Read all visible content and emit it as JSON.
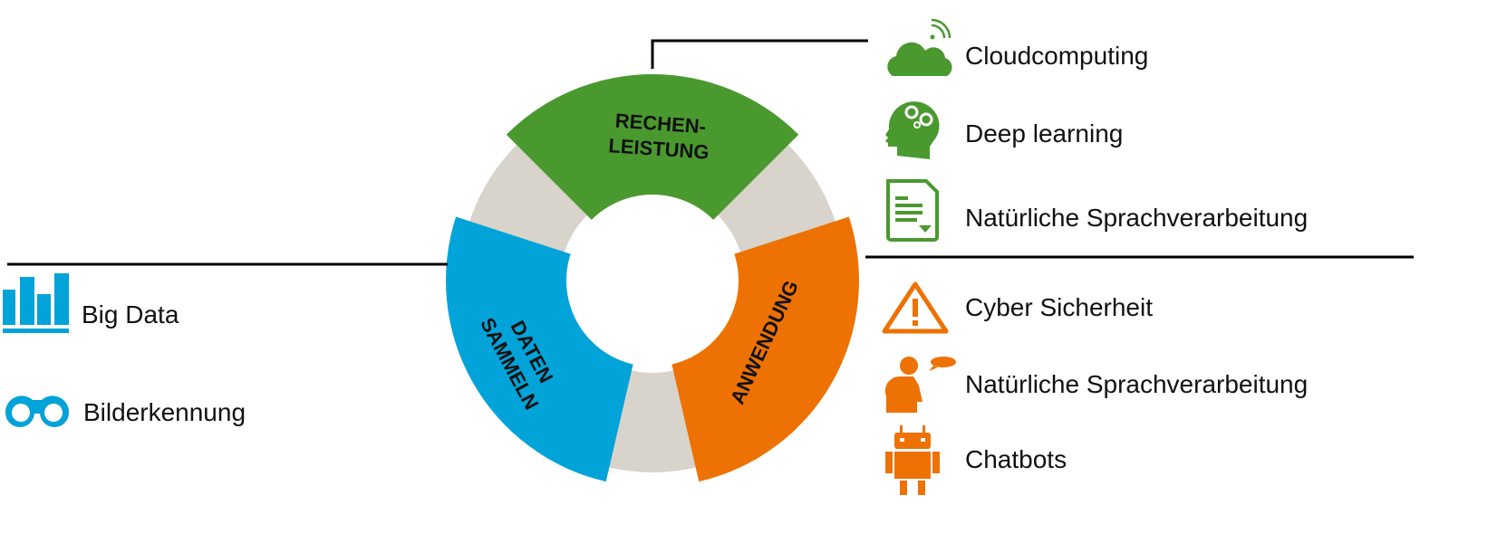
{
  "colors": {
    "green": "#4a992f",
    "blue": "#02a3d8",
    "orange": "#ed7203",
    "gray": "#d8d4cc",
    "line": "#000000"
  },
  "segments": [
    {
      "id": "rechenleistung",
      "lines": [
        "RECHEN-",
        "LEISTUNG"
      ],
      "color": "#4a992f"
    },
    {
      "id": "anwendung",
      "lines": [
        "ANWENDUNG"
      ],
      "color": "#ed7203"
    },
    {
      "id": "daten-sammeln",
      "lines": [
        "DATEN",
        "SAMMELN"
      ],
      "color": "#02a3d8"
    }
  ],
  "right_top_items": [
    {
      "label": "Cloudcomputing",
      "icon": "cloud-wifi-icon"
    },
    {
      "label": "Deep learning",
      "icon": "head-gears-icon"
    },
    {
      "label": "Natürliche Sprachverarbeitung",
      "icon": "document-download-icon"
    }
  ],
  "right_bottom_items": [
    {
      "label": "Cyber Sicherheit",
      "icon": "warning-icon"
    },
    {
      "label": "Natürliche Sprachverarbeitung",
      "icon": "person-speaking-icon"
    },
    {
      "label": "Chatbots",
      "icon": "android-robot-icon"
    }
  ],
  "left_items": [
    {
      "label": "Big Data",
      "icon": "bar-chart-icon"
    },
    {
      "label": "Bilderkennung",
      "icon": "binoculars-icon"
    }
  ]
}
